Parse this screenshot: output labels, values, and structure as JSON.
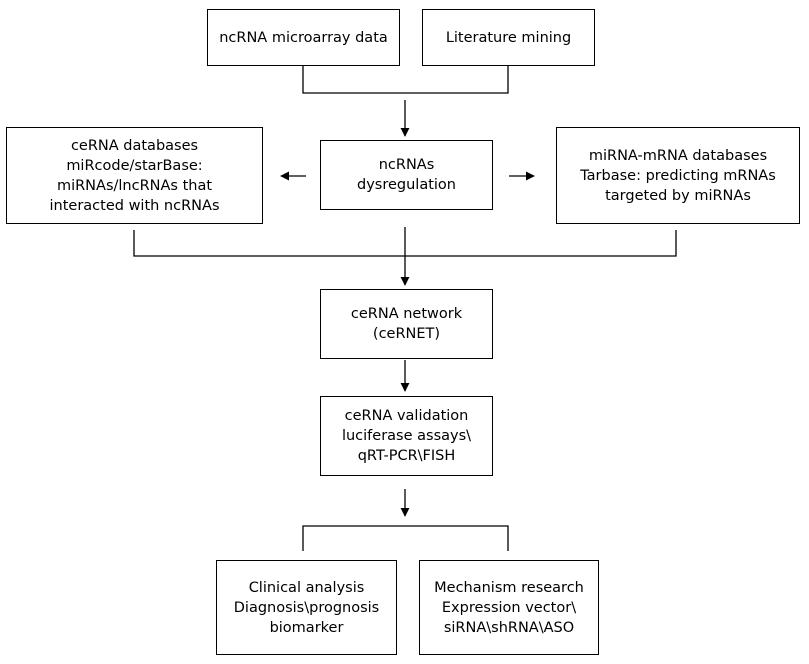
{
  "nodes": {
    "microarray": {
      "lines": [
        "ncRNA microarray data"
      ]
    },
    "literature": {
      "lines": [
        "Literature mining"
      ]
    },
    "dysregulation": {
      "lines": [
        "ncRNAs",
        "dysregulation"
      ]
    },
    "cerna_db": {
      "lines": [
        "ceRNA databases",
        "miRcode/starBase:",
        "miRNAs/lncRNAs that",
        "interacted with ncRNAs"
      ]
    },
    "mirna_db": {
      "lines": [
        "miRNA-mRNA databases",
        "Tarbase: predicting mRNAs",
        "targeted by miRNAs"
      ]
    },
    "network": {
      "lines": [
        "ceRNA network",
        "(ceRNET)"
      ]
    },
    "validation": {
      "lines": [
        "ceRNA validation",
        "luciferase assays\\",
        "qRT-PCR\\FISH"
      ]
    },
    "clinical": {
      "lines": [
        "Clinical analysis",
        "Diagnosis\\prognosis",
        "biomarker"
      ]
    },
    "mechanism": {
      "lines": [
        "Mechanism research",
        "Expression vector\\",
        "siRNA\\shRNA\\ASO"
      ]
    }
  }
}
